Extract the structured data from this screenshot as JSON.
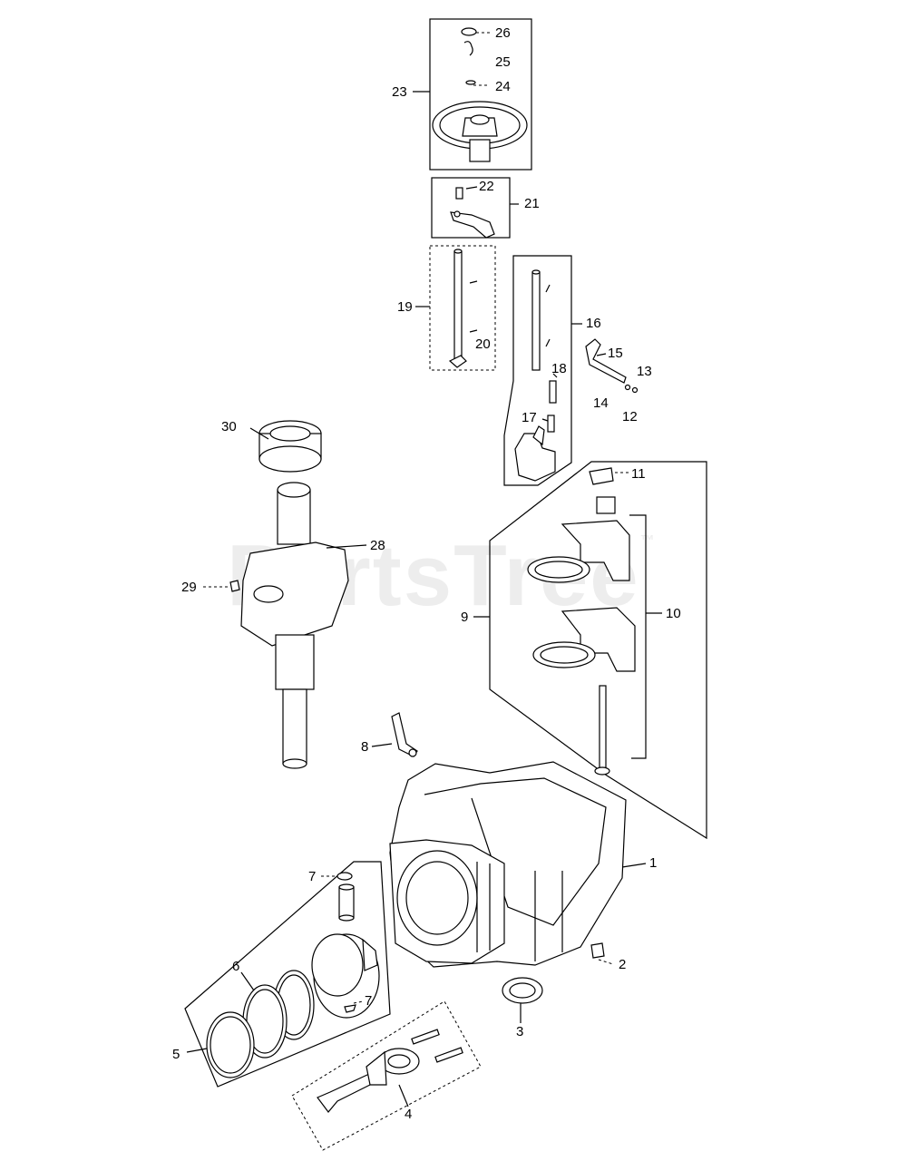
{
  "watermark": {
    "text": "PartsTree",
    "mark": "™"
  },
  "labels": [
    "1",
    "2",
    "3",
    "4",
    "5",
    "6",
    "7",
    "7",
    "8",
    "9",
    "10",
    "11",
    "12",
    "13",
    "14",
    "15",
    "16",
    "17",
    "18",
    "19",
    "20",
    "21",
    "22",
    "23",
    "24",
    "25",
    "26",
    "28",
    "29",
    "30"
  ]
}
